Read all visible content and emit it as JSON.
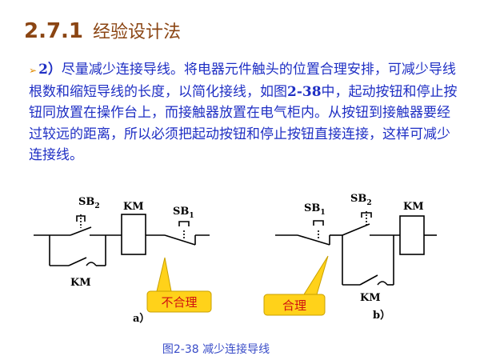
{
  "header": {
    "section_number": "2.7.1",
    "section_title": "经验设计法"
  },
  "body": {
    "item_prefix": "2）",
    "text_before_fig": "尽量减少连接导线。将电器元件触头的位置合理安排，可减少导线根数和缩短导线的长度，以简化接线，如图",
    "fig_ref": "2-38",
    "text_after_fig": "中，起动按钮和停止按钮同放置在操作台上，而接触器放置在电气柜内。从按钮到接触器要经过较远的距离，所以必须把起动按钮和停止按钮直接连接，这样可减少连接线。"
  },
  "diagram_a": {
    "sb2_main": "SB",
    "sb2_sub": "2",
    "km_coil": "KM",
    "sb1_main": "SB",
    "sb1_sub": "1",
    "km_contact": "KM",
    "label": "a）",
    "callout": "不合理"
  },
  "diagram_b": {
    "sb1_main": "SB",
    "sb1_sub": "1",
    "sb2_main": "SB",
    "sb2_sub": "2",
    "km_coil": "KM",
    "km_contact": "KM",
    "label": "b）",
    "callout": "合理"
  },
  "caption": "图2-38  减少连接导线",
  "colors": {
    "title": "#8B4513",
    "body_text": "#1f2fc4",
    "callout_fill": "#ffd21a",
    "callout_text": "#d01010",
    "caption": "#3a4dc8"
  }
}
